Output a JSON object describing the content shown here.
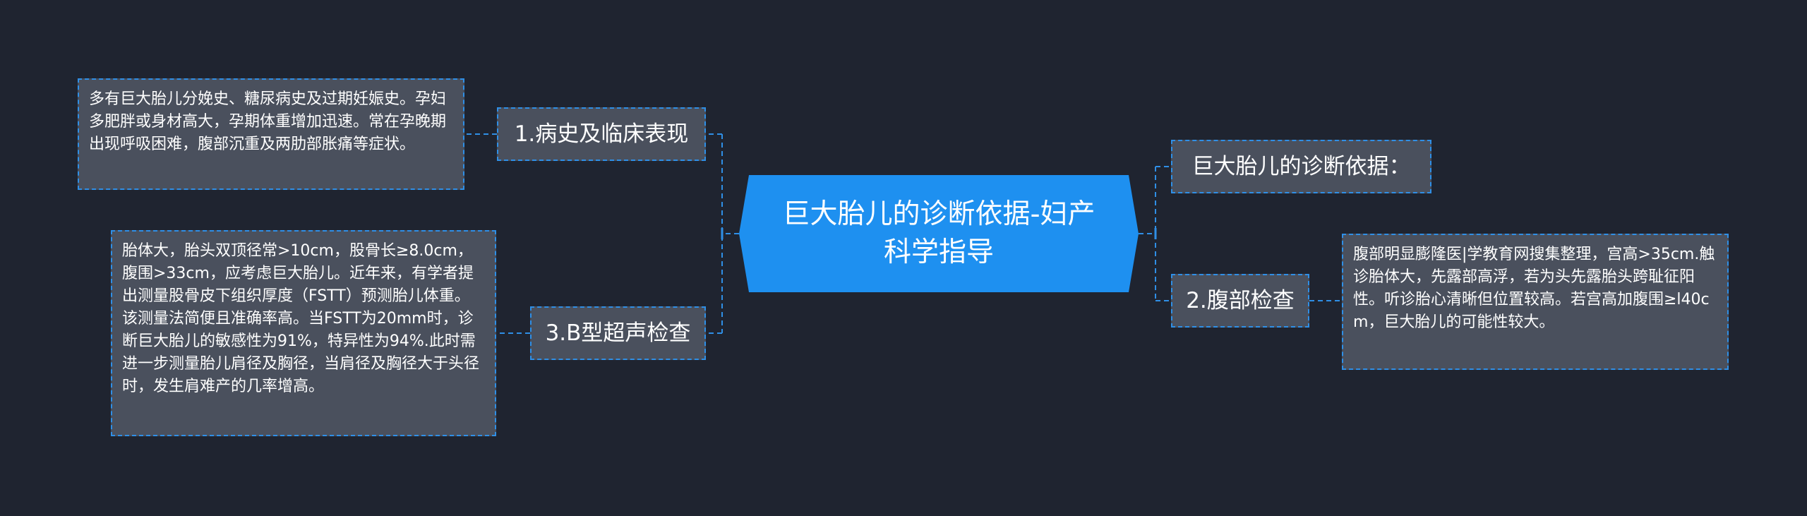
{
  "mindmap": {
    "center": "巨大胎儿的诊断依据-妇产科学指导",
    "branches": {
      "history": {
        "label": "1.病史及临床表现",
        "detail": "多有巨大胎儿分娩史、糖尿病史及过期妊娠史。孕妇多肥胖或身材高大，孕期体重增加迅速。常在孕晚期出现呼吸困难，腹部沉重及两肋部胀痛等症状。"
      },
      "ultrasound": {
        "label": "3.B型超声检查",
        "detail": "胎体大，胎头双顶径常>10cm，股骨长≥8.0cm，腹围>33cm，应考虑巨大胎儿。近年来，有学者提出测量股骨皮下组织厚度（FSTT）预测胎儿体重。该测量法简便且准确率高。当FSTT为20mm时，诊断巨大胎儿的敏感性为91%，特异性为94%.此时需进一步测量胎儿肩径及胸径，当肩径及胸径大于头径时，发生肩难产的几率增高。"
      },
      "basis": {
        "label": "巨大胎儿的诊断依据："
      },
      "abdomen": {
        "label": "2.腹部检查",
        "detail": "腹部明显膨隆医|学教育网搜集整理，宫高>35cm.触诊胎体大，先露部高浮，若为头先露胎头跨耻征阳性。听诊胎心清晰但位置较高。若宫高加腹围≥l40cm，巨大胎儿的可能性较大。"
      }
    },
    "colors": {
      "background": "#1f2430",
      "center_fill": "#1e90f0",
      "node_fill": "#4a505d",
      "connector": "#2f8fe6"
    }
  }
}
